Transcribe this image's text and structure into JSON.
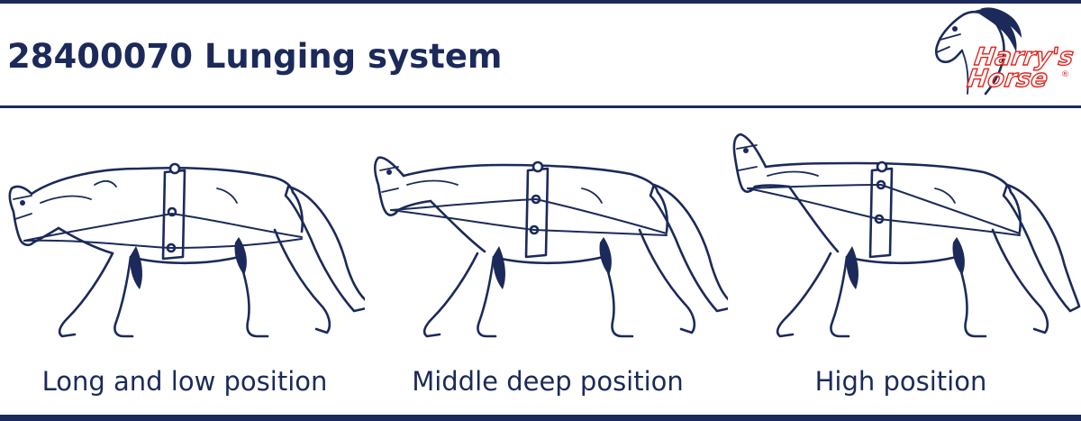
{
  "header": {
    "title": "28400070 Lunging system"
  },
  "logo": {
    "line1": "Harry's",
    "line2": "Horse",
    "mark": "®",
    "icon": "horse-head-icon"
  },
  "panels": [
    {
      "caption": "Long and low position",
      "position": "low"
    },
    {
      "caption": "Middle deep position",
      "position": "middle"
    },
    {
      "caption": "High position",
      "position": "high"
    }
  ],
  "colors": {
    "navy": "#1b2a5a",
    "logo_red": "#e0241c"
  }
}
